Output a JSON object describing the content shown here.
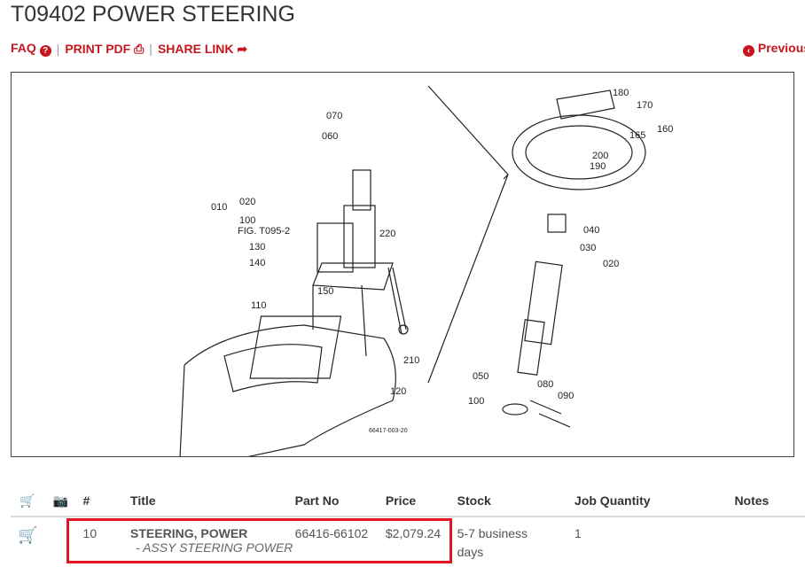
{
  "page": {
    "title": "T09402 POWER STEERING"
  },
  "links": {
    "faq": "FAQ",
    "print": "PRINT PDF",
    "share": "SHARE LINK",
    "previous": "Previous",
    "sep": "|"
  },
  "diagram": {
    "labels": {
      "l070": "070",
      "l060": "060",
      "l010": "010",
      "l020a": "020",
      "l100a": "100",
      "fig": "FIG. T095-2",
      "l220": "220",
      "l130": "130",
      "l140": "140",
      "l150": "150",
      "l110": "110",
      "l210": "210",
      "l120": "120",
      "l180": "180",
      "l170": "170",
      "l160": "160",
      "l165": "165",
      "l200": "200",
      "l190": "190",
      "l040": "040",
      "l030": "030",
      "l020b": "020",
      "l050": "050",
      "l080": "080",
      "l090": "090",
      "l100b": "100",
      "code": "66417-003-20"
    }
  },
  "table": {
    "headers": {
      "num": "#",
      "title": "Title",
      "part": "Part No",
      "price": "Price",
      "stock": "Stock",
      "qty": "Job Quantity",
      "notes": "Notes"
    },
    "rows": [
      {
        "num": "10",
        "title": "STEERING, POWER",
        "subtitle": "- ASSY STEERING POWER",
        "part": "66416-66102",
        "price": "$2,079.24",
        "stock": "5-7 business days",
        "qty": "1",
        "notes": ""
      }
    ]
  },
  "colors": {
    "accent": "#c4161c",
    "highlight": "#e4151f"
  }
}
